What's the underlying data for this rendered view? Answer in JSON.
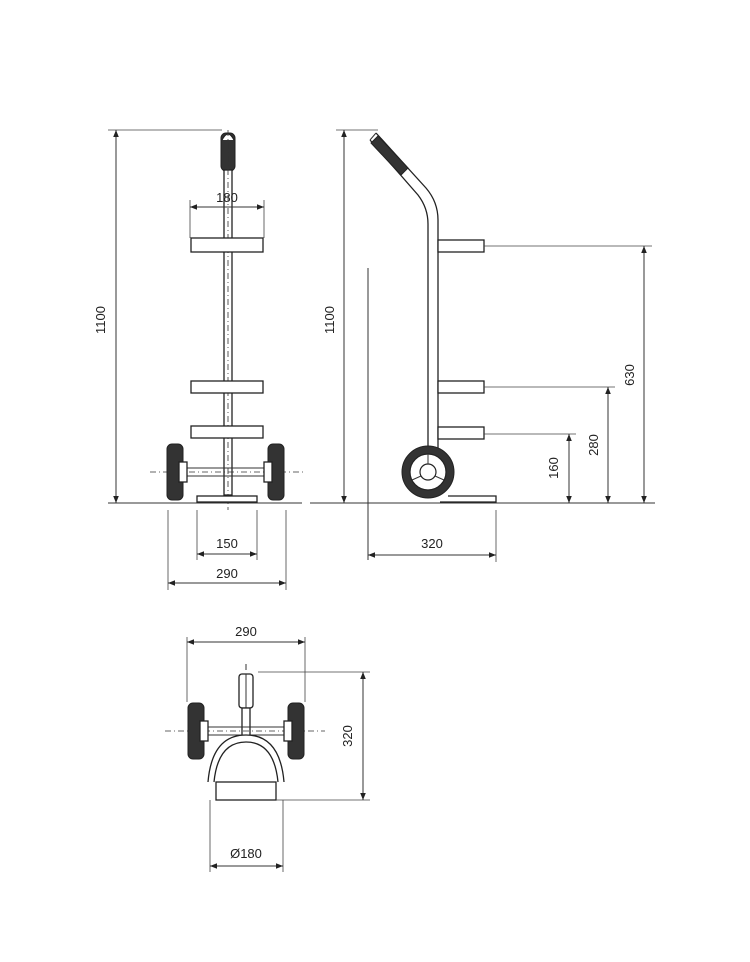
{
  "dimensions": {
    "front_height": "1100",
    "front_ring_width": "180",
    "front_base_width": "150",
    "front_wheel_track": "290",
    "side_height": "1100",
    "side_upper_ring": "630",
    "side_mid_ring": "280",
    "side_lower_ring": "160",
    "side_depth": "320",
    "top_width": "290",
    "top_depth": "320",
    "top_diameter": "Ø180"
  }
}
